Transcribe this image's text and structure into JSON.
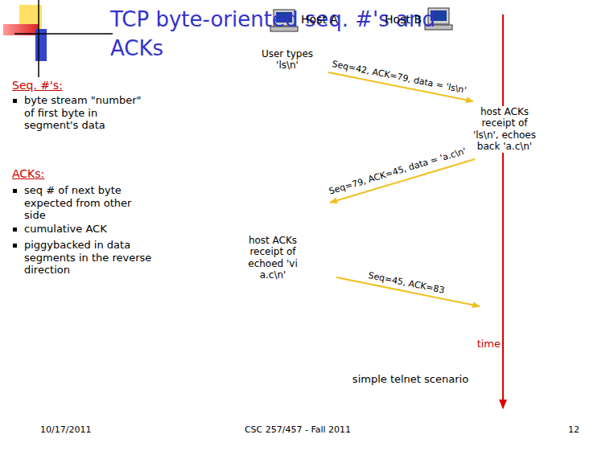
{
  "diagram": {
    "title": "TCP byte-oriented seq. #'s and ACKs",
    "labels": [
      "Seq. #'s:",
      "byte stream \"number\" of first byte in segment's data",
      "ACKs:",
      "seq # of next byte expected from other side",
      "cumulative ACK",
      "piggybacked in data segments in the reverse direction",
      "Host A",
      "Host B",
      "User types 'ls\\n'",
      "Seq=42, ACK=79, data = 'ls\\n'",
      "host ACKs receipt of 'ls\\n', echoes back 'a.c\\n'",
      "Seq=79, ACK=45, data = 'a.c\\n'",
      "host ACKs receipt of echoed 'vi a.c\\n'",
      "Seq=45, ACK=83",
      "time",
      "simple telnet scenario",
      "10/17/2011",
      "CSC 257/457 - Fall 2011",
      "12"
    ]
  }
}
